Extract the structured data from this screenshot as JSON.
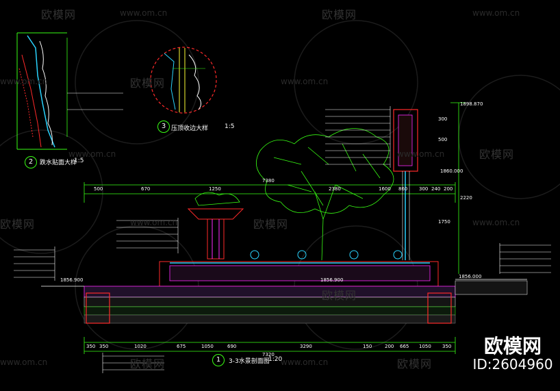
{
  "watermark": {
    "brand": "欧模网",
    "url": "www.om.cn"
  },
  "brand": {
    "name": "欧模网",
    "id_text": "ID:2604960"
  },
  "titles": {
    "main_num": "1",
    "main_title": "3-3水景剖面图",
    "main_scale": "1:20",
    "detail2_num": "2",
    "detail2_title": "跌水贴面大样",
    "detail2_scale": "1:5",
    "detail3_num": "3",
    "detail3_title": "压顶收边大样",
    "detail3_scale": "1:5"
  },
  "dimensions": {
    "top_row": [
      "500",
      "670",
      "1250",
      "2380",
      "1600",
      "860",
      "300",
      "240",
      "200"
    ],
    "top_total": "7380",
    "bottom_row": [
      "350",
      "350",
      "1020",
      "675",
      "1050",
      "690",
      "3290",
      "150",
      "200",
      "665",
      "1050",
      "350"
    ],
    "bottom_total": "7320",
    "right_vertical": [
      "2220",
      "1750",
      "500",
      "300"
    ],
    "elevations": [
      "1898.870",
      "1860.000",
      "1856.900",
      "1856.900",
      "1856.000"
    ]
  },
  "colors": {
    "background": "#000000",
    "green": "#39ff14",
    "red": "#ff2a2a",
    "magenta": "#ff2aff",
    "cyan": "#2ad4ff",
    "yellow": "#ffff33",
    "white": "#ffffff",
    "watermark": "#2a2a2a"
  }
}
